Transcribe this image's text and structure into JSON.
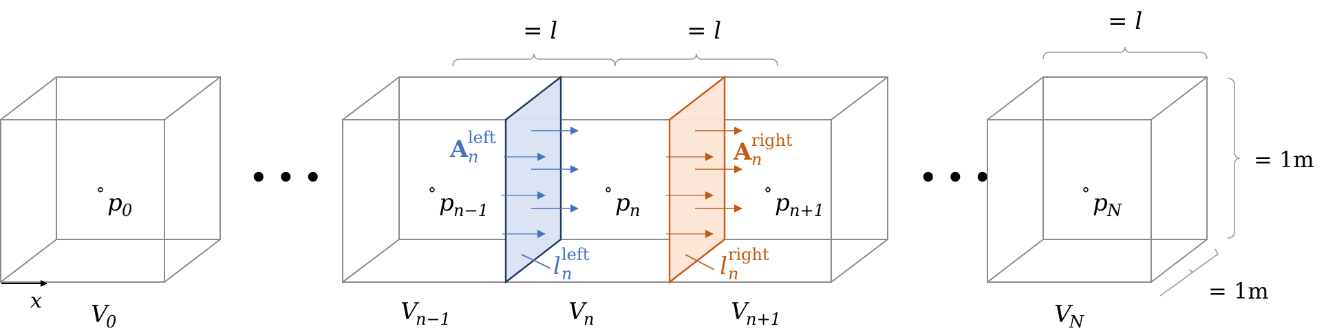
{
  "colors": {
    "left_panel": "#4472c4",
    "left_panel_fill": "#dae3f3",
    "left_panel_edge": "#1f3864",
    "right_panel": "#c55a11",
    "right_panel_fill": "#fbe5d6",
    "box_edge": "#8c8c8c"
  },
  "labels": {
    "eq_l": "= l",
    "eq_1m": "= 1m",
    "x_axis": "x",
    "ellipsis": "• • •"
  },
  "volumes": {
    "v0": {
      "base": "V",
      "sub": "0"
    },
    "vn_minus": {
      "base": "V",
      "sub": "n−1"
    },
    "vn": {
      "base": "V",
      "sub": "n"
    },
    "vn_plus": {
      "base": "V",
      "sub": "n+1"
    },
    "vN": {
      "base": "V",
      "sub": "N"
    }
  },
  "pressures": {
    "p0": {
      "base": "p",
      "sub": "0"
    },
    "pn_minus": {
      "base": "p",
      "sub": "n−1"
    },
    "pn": {
      "base": "p",
      "sub": "n"
    },
    "pn_plus": {
      "base": "p",
      "sub": "n+1"
    },
    "pN": {
      "base": "p",
      "sub": "N"
    }
  },
  "interfaces": {
    "area_left": {
      "base": "A",
      "sub": "n",
      "sup": "left"
    },
    "length_left": {
      "base": "l",
      "sub": "n",
      "sup": "left"
    },
    "area_right": {
      "base": "A",
      "sub": "n",
      "sup": "right"
    },
    "length_right": {
      "base": "l",
      "sub": "n",
      "sup": "right"
    }
  },
  "degree_mark": "°",
  "icons": {
    "x_arrow": "arrow-right-icon",
    "flow_arrows": "arrow-right-icon"
  }
}
